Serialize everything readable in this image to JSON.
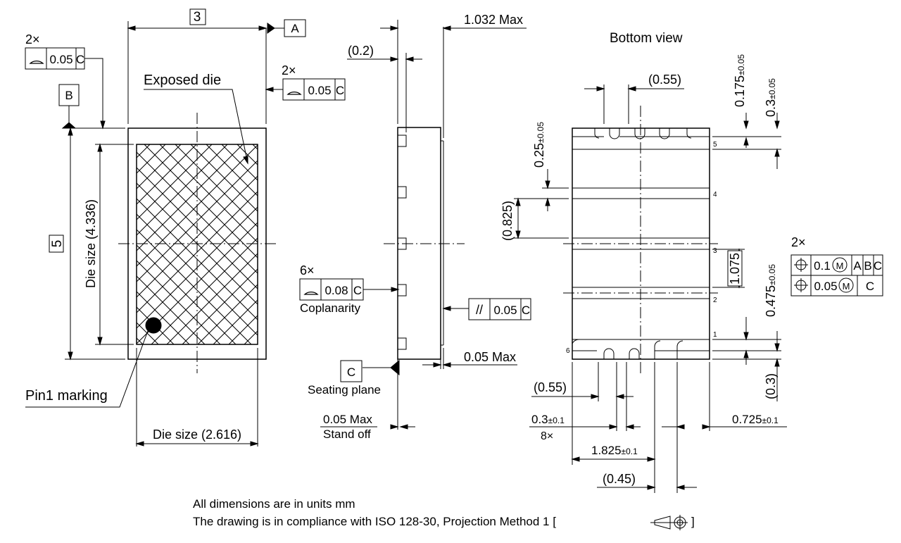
{
  "datum_labels": {
    "a": "A",
    "b": "B",
    "c": "C"
  },
  "top_view": {
    "width_dim": "3",
    "height_dim": "5",
    "die_height_label": "Die size (4.336)",
    "die_width_label": "Die size (2.616)",
    "exposed_die_label": "Exposed die",
    "pin1_label": "Pin1 marking",
    "fcf_left": {
      "count": "2×",
      "value": "0.05",
      "datum": "C"
    },
    "fcf_right": {
      "count": "2×",
      "value": "0.05",
      "datum": "C"
    }
  },
  "side_view": {
    "max_height": "1.032 Max",
    "pad_offset": "(0.2)",
    "coplanarity_count": "6×",
    "coplanarity_value": "0.08",
    "coplanarity_datum": "C",
    "coplanarity_label": "Coplanarity",
    "parallelism_symbol": "//",
    "parallelism_value": "0.05",
    "parallelism_datum": "C",
    "edge_max": "0.05 Max",
    "seating_plane_label": "Seating plane",
    "standoff_value": "0.05 Max",
    "standoff_label": "Stand off"
  },
  "bottom_view": {
    "title": "Bottom view",
    "dim_top_pitch": "(0.55)",
    "dim_0175": "0.175",
    "dim_0175_tol": "±0.05",
    "dim_03_top": "0.3",
    "dim_03_top_tol": "±0.05",
    "dim_025": "0.25",
    "dim_025_tol": "±0.05",
    "dim_0825": "(0.825)",
    "dim_1075": "1.075",
    "dim_0475": "0.475",
    "dim_0475_tol": "±0.05",
    "dim_03_bottom": "(0.3)",
    "dim_bottom_pitch": "(0.55)",
    "dim_pad_width": "0.3",
    "dim_pad_width_tol": "±0.1",
    "dim_pad_count": "8×",
    "dim_0725": "0.725",
    "dim_0725_tol": "±0.1",
    "dim_1825": "1.825",
    "dim_1825_tol": "±0.1",
    "dim_045": "(0.45)",
    "pad_numbers": [
      "1",
      "2",
      "3",
      "4",
      "5",
      "6"
    ],
    "fcf_count": "2×",
    "fcf_row1": {
      "value": "0.1",
      "modifier": "M",
      "datums": [
        "A",
        "B",
        "C"
      ]
    },
    "fcf_row2": {
      "value": "0.05",
      "modifier": "M",
      "datums": [
        "C"
      ]
    }
  },
  "notes": {
    "units": "All dimensions are in units mm",
    "compliance": "The drawing is in compliance with ISO 128-30, Projection Method 1 [",
    "compliance_end": "]"
  }
}
